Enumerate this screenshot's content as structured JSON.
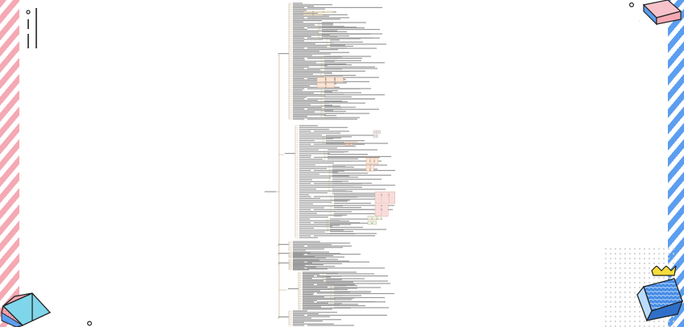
{
  "canvas": {
    "background": "#ffffff",
    "accent_pink": "#f4a9b3",
    "accent_blue": "#5b9ef0",
    "line_color": "#b9a57c"
  },
  "mindmap": {
    "root": {
      "label": ""
    },
    "branches": [
      {
        "label": "",
        "leaf_count": 80
      },
      {
        "label": "",
        "leaf_count": 60
      },
      {
        "label": "",
        "leaf_count": 6
      },
      {
        "label": "",
        "leaf_count": 8
      },
      {
        "label": "",
        "leaf_count": 12
      },
      {
        "label": "",
        "leaf_count": 30
      },
      {
        "label": "",
        "leaf_count": 10
      }
    ]
  },
  "decorations": [
    "vertical-lines",
    "ring-circle",
    "pink-cube",
    "blue-cube",
    "crown-icon",
    "dotted-pattern",
    "striped-borders"
  ]
}
